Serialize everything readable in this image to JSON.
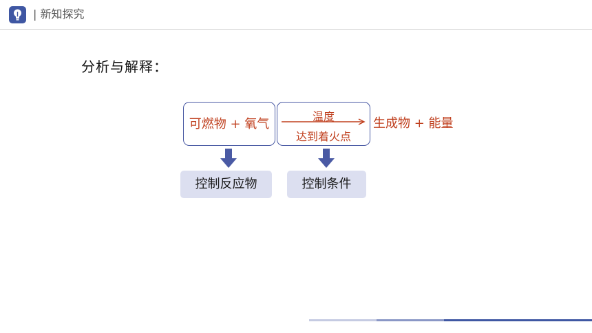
{
  "header": {
    "icon": "lightbulb-icon",
    "title": "| 新知探究"
  },
  "subtitle": "分析与解释：",
  "diagram": {
    "reactants": "可燃物 + 氧气",
    "condition_top": "温度",
    "condition_bottom": "达到着火点",
    "products": "生成物 + 能量",
    "label_reactants": "控制反应物",
    "label_conditions": "控制条件"
  },
  "colors": {
    "accent": "#3f57a3",
    "reaction_text": "#c0401f",
    "box_border": "#4a5aa4",
    "label_bg": "#dcdff0"
  }
}
